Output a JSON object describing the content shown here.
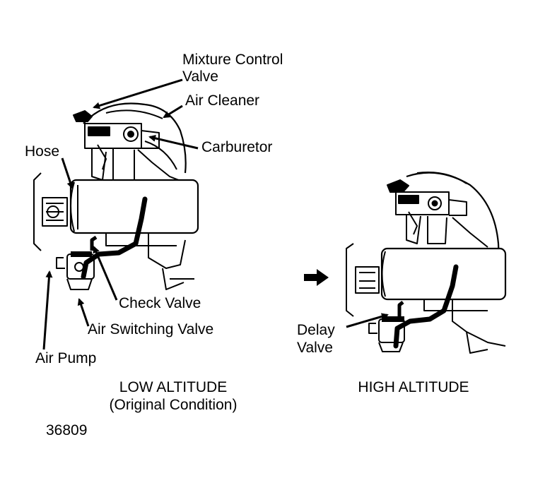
{
  "labels": {
    "mixture_control_valve_line1": "Mixture Control",
    "mixture_control_valve_line2": "Valve",
    "air_cleaner": "Air Cleaner",
    "carburetor": "Carburetor",
    "hose": "Hose",
    "check_valve": "Check Valve",
    "air_switching_valve": "Air Switching Valve",
    "air_pump": "Air Pump",
    "delay_valve_line1": "Delay",
    "delay_valve_line2": "Valve"
  },
  "captions": {
    "low_altitude": "LOW ALTITUDE",
    "low_altitude_sub": "(Original Condition)",
    "high_altitude": "HIGH ALTITUDE"
  },
  "figure_number": "36809"
}
